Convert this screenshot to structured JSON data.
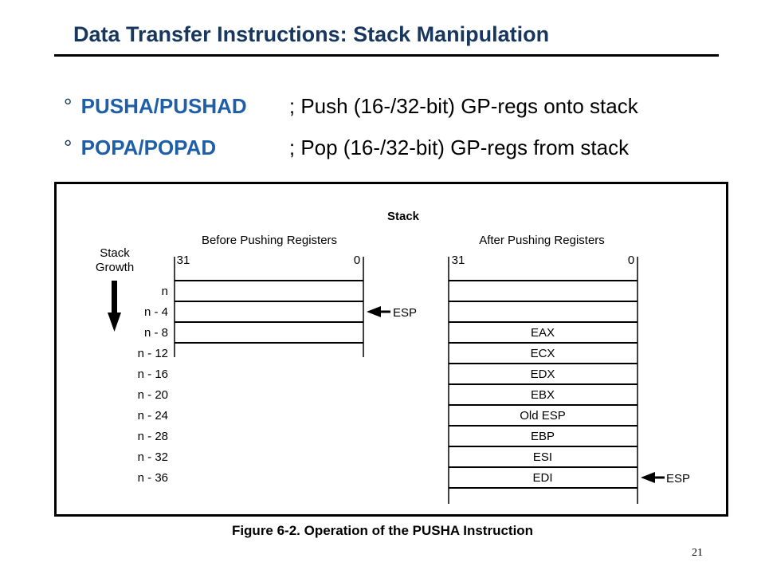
{
  "slide": {
    "title": "Data Transfer Instructions: Stack Manipulation",
    "bullets": [
      {
        "marker": "°",
        "op": "PUSHA/PUSHAD",
        "desc": "; Push (16-/32-bit) GP-regs onto stack"
      },
      {
        "marker": "°",
        "op": "POPA/POPAD",
        "desc": "; Pop (16-/32-bit) GP-regs from stack"
      }
    ],
    "page_number": "21"
  },
  "figure": {
    "heading": "Stack",
    "before_label": "Before Pushing Registers",
    "after_label": "After Pushing Registers",
    "bit_high": "31",
    "bit_low": "0",
    "growth_label_line1": "Stack",
    "growth_label_line2": "Growth",
    "offsets": [
      "n",
      "n - 4",
      "n - 8",
      "n - 12",
      "n - 16",
      "n - 20",
      "n - 24",
      "n - 28",
      "n - 32",
      "n - 36"
    ],
    "after_slots": [
      "EAX",
      "ECX",
      "EDX",
      "EBX",
      "Old ESP",
      "EBP",
      "ESI",
      "EDI"
    ],
    "esp_label": "ESP",
    "caption": "Figure 6-2.  Operation of the PUSHA Instruction"
  }
}
